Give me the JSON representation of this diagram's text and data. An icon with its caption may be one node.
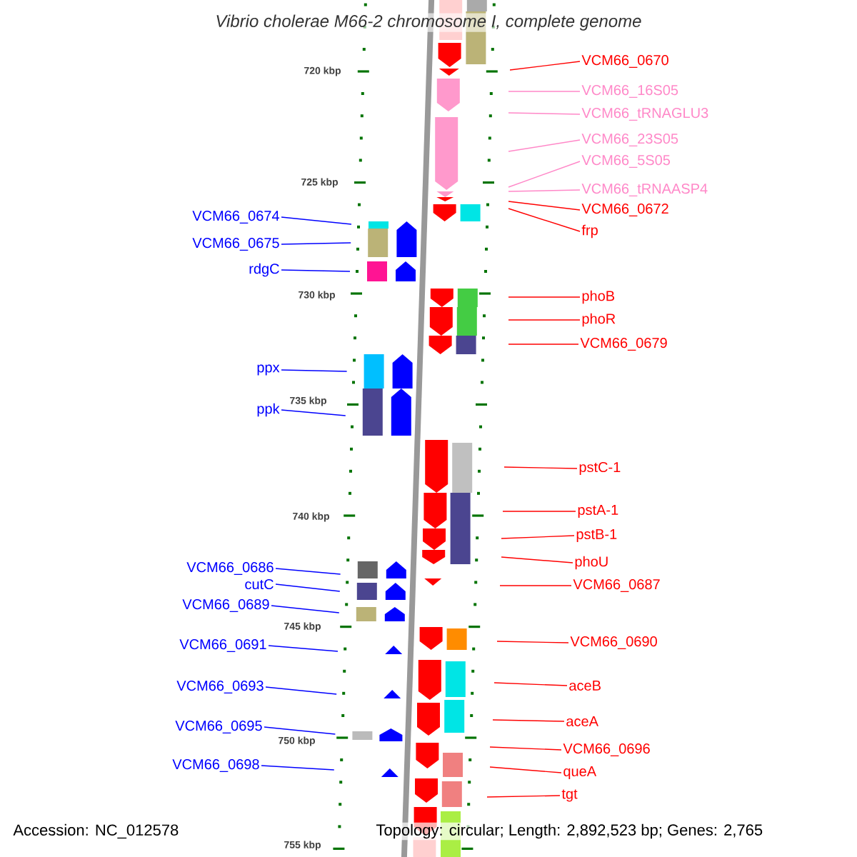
{
  "diagram": {
    "title": "Vibrio cholerae M66-2 chromosome I, complete genome",
    "nodes": [
      {
        "text": [
          "VCM66_0670"
        ]
      },
      {
        "text": [
          "VCM66_16S05"
        ]
      },
      {
        "text": [
          "VCM66_tRNAGLU3"
        ]
      },
      {
        "text": [
          "VCM66_23S05"
        ]
      },
      {
        "text": [
          "VCM66_5S05"
        ]
      },
      {
        "text": [
          "VCM66_tRNAASP4"
        ]
      },
      {
        "text": [
          "VCM66_0672"
        ]
      },
      {
        "text": [
          "VCM66_0674"
        ]
      },
      {
        "text": [
          "frp"
        ]
      },
      {
        "text": [
          "VCM66_0675"
        ]
      },
      {
        "text": [
          "rdgC"
        ]
      },
      {
        "text": [
          "phoB"
        ]
      },
      {
        "text": [
          "phoR"
        ]
      },
      {
        "text": [
          "VCM66_0679"
        ]
      },
      {
        "text": [
          "ppx"
        ]
      },
      {
        "text": [
          "ppk"
        ]
      },
      {
        "text": [
          "pstC-1"
        ]
      },
      {
        "text": [
          "pstA-1"
        ]
      },
      {
        "text": [
          "pstB-1"
        ]
      },
      {
        "text": [
          "phoU"
        ]
      },
      {
        "text": [
          "VCM66_0686"
        ]
      },
      {
        "text": [
          "cutC"
        ]
      },
      {
        "text": [
          "VCM66_0687"
        ]
      },
      {
        "text": [
          "VCM66_0689"
        ]
      },
      {
        "text": [
          "VCM66_0690"
        ]
      },
      {
        "text": [
          "VCM66_0691"
        ]
      },
      {
        "text": [
          "aceB"
        ]
      },
      {
        "text": [
          "VCM66_0693"
        ]
      },
      {
        "text": [
          "aceA"
        ]
      },
      {
        "text": [
          "VCM66_0695"
        ]
      },
      {
        "text": [
          "VCM66_0696"
        ]
      },
      {
        "text": [
          "VCM66_0698"
        ]
      },
      {
        "text": [
          "queA"
        ]
      },
      {
        "text": [
          "tgt"
        ]
      }
    ],
    "edges": [
      {
        "from": 0,
        "to": null,
        "arrow": "none"
      },
      {
        "from": 1,
        "to": null,
        "arrow": "none",
        "color": "#ff88c8"
      },
      {
        "from": 2,
        "to": null,
        "arrow": "none",
        "color": "#ff88c8"
      },
      {
        "from": 3,
        "to": null,
        "arrow": "none",
        "color": "#ff88c8"
      },
      {
        "from": 4,
        "to": null,
        "arrow": "none",
        "color": "#ff88c8"
      },
      {
        "from": 5,
        "to": null,
        "arrow": "none",
        "color": "#ff88c8"
      },
      {
        "from": 6,
        "to": null,
        "arrow": "none"
      },
      {
        "from": 7,
        "to": null,
        "arrow": "none",
        "color": "#0000ff"
      },
      {
        "from": 8,
        "to": null,
        "arrow": "none"
      },
      {
        "from": 9,
        "to": null,
        "arrow": "none",
        "color": "#0000ff"
      },
      {
        "from": 10,
        "to": null,
        "arrow": "none",
        "color": "#0000ff"
      },
      {
        "from": 11,
        "to": null,
        "arrow": "none"
      },
      {
        "from": 12,
        "to": null,
        "arrow": "none"
      },
      {
        "from": 13,
        "to": null,
        "arrow": "none"
      },
      {
        "from": 14,
        "to": null,
        "arrow": "none",
        "color": "#0000ff"
      },
      {
        "from": 15,
        "to": null,
        "arrow": "none",
        "color": "#0000ff"
      },
      {
        "from": 16,
        "to": null,
        "arrow": "none"
      },
      {
        "from": 17,
        "to": null,
        "arrow": "none"
      },
      {
        "from": 18,
        "to": null,
        "arrow": "none"
      },
      {
        "from": 19,
        "to": null,
        "arrow": "none"
      },
      {
        "from": 20,
        "to": null,
        "arrow": "none",
        "color": "#0000ff"
      },
      {
        "from": 21,
        "to": null,
        "arrow": "none",
        "color": "#0000ff"
      },
      {
        "from": 22,
        "to": null,
        "arrow": "none"
      },
      {
        "from": 23,
        "to": null,
        "arrow": "none",
        "color": "#0000ff"
      },
      {
        "from": 24,
        "to": null,
        "arrow": "none"
      },
      {
        "from": 25,
        "to": null,
        "arrow": "none",
        "color": "#0000ff"
      },
      {
        "from": 26,
        "to": null,
        "arrow": "none"
      },
      {
        "from": 27,
        "to": null,
        "arrow": "none",
        "color": "#0000ff"
      },
      {
        "from": 28,
        "to": null,
        "arrow": "none"
      },
      {
        "from": 29,
        "to": null,
        "arrow": "none",
        "color": "#0000ff"
      },
      {
        "from": 30,
        "to": null,
        "arrow": "none"
      },
      {
        "from": 31,
        "to": null,
        "arrow": "none",
        "color": "#0000ff"
      },
      {
        "from": 32,
        "to": null,
        "arrow": "none"
      },
      {
        "from": 33,
        "to": null,
        "arrow": "none"
      }
    ],
    "labels": [
      "720 kbp",
      "725 kbp",
      "730 kbp",
      "735 kbp",
      "740 kbp",
      "745 kbp",
      "750 kbp",
      "755 kbp",
      "Accession: NC_012578",
      "Topology: circular; Length: 2,892,523 bp; Genes: 2,765"
    ]
  }
}
